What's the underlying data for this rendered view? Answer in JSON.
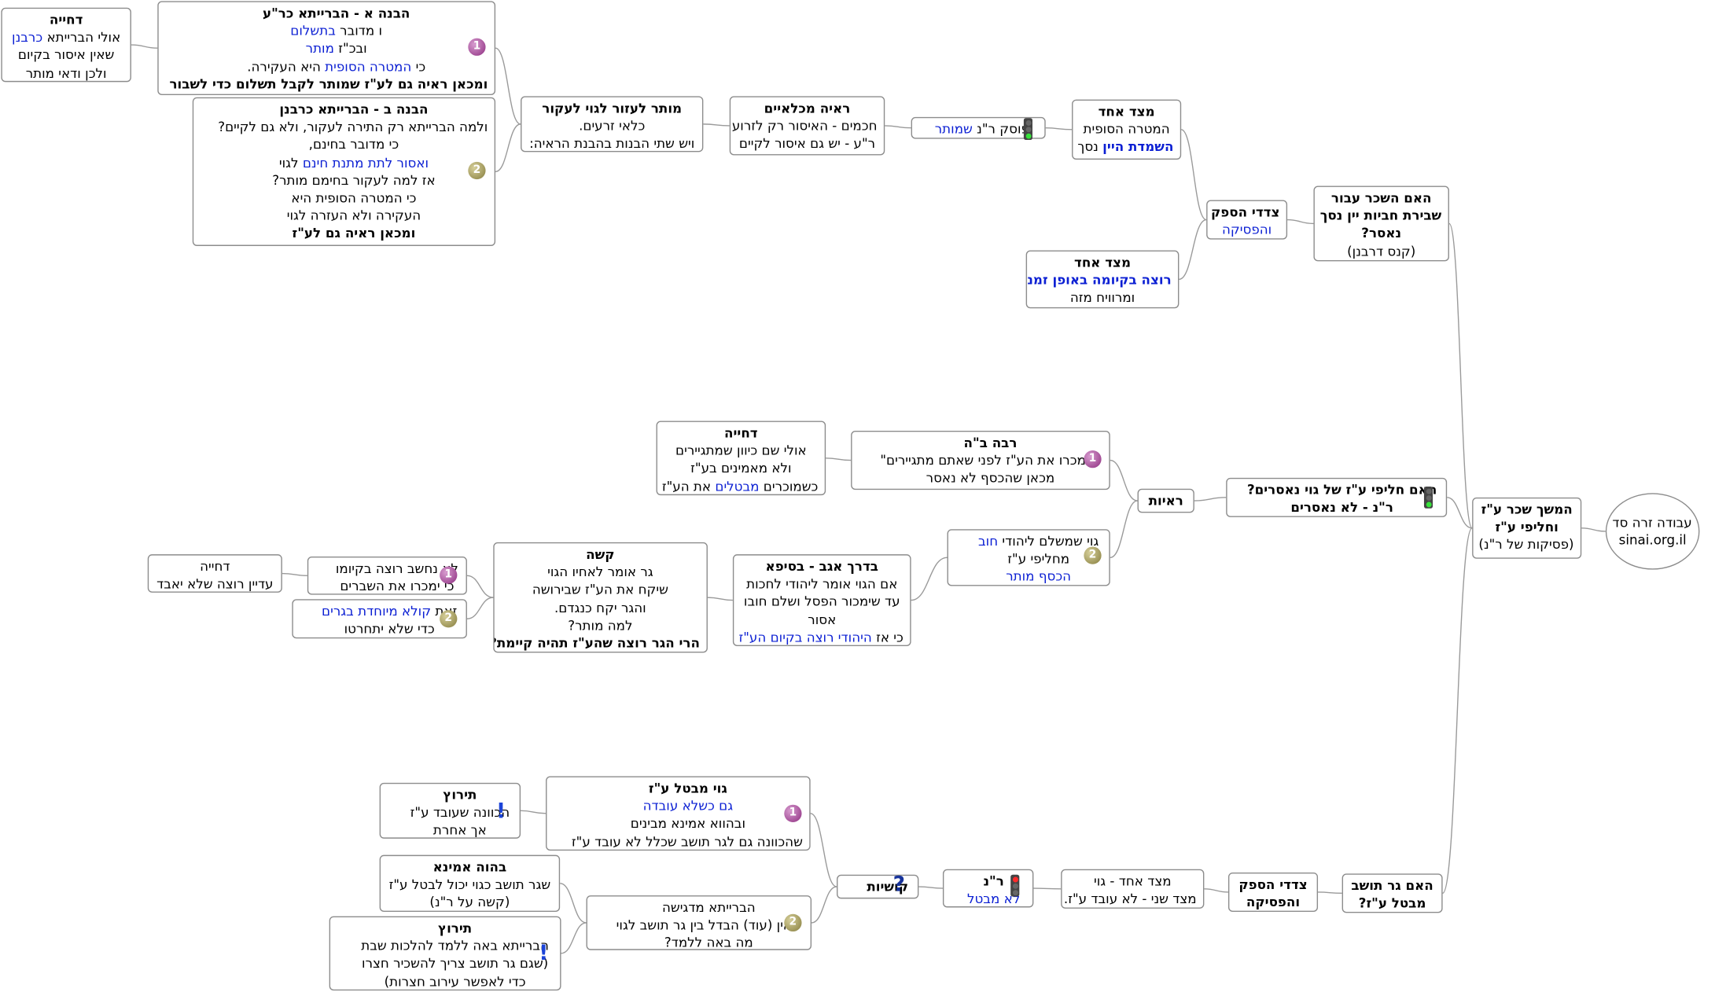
{
  "nodes": [
    {
      "id": "root",
      "lines": [
        [
          {
            "t": "עבודה זרה סד"
          }
        ],
        [
          {
            "t": "sinai.org.il"
          }
        ]
      ]
    },
    {
      "id": "l1",
      "lines": [
        [
          {
            "t": "המשך שכר ע\"ז",
            "b": true
          }
        ],
        [
          {
            "t": "וחליפי ע\"ז",
            "b": true
          }
        ],
        [
          {
            "t": "(פסיקות של ר\"נ)"
          }
        ]
      ]
    },
    {
      "id": "q1",
      "lines": [
        [
          {
            "t": "האם השכר עבור",
            "b": true
          }
        ],
        [
          {
            "t": "שבירת חביות יין נסך",
            "b": true
          }
        ],
        [
          {
            "t": "נאסר?",
            "b": true
          }
        ],
        [
          {
            "t": "(קנס דרבנן)"
          }
        ]
      ]
    },
    {
      "id": "q1s",
      "lines": [
        [
          {
            "t": "צדדי הספק",
            "b": true
          }
        ],
        [
          {
            "t": "והפסיקה",
            "c": "blue"
          }
        ]
      ]
    },
    {
      "id": "q1a",
      "lines": [
        [
          {
            "t": "מצד אחד",
            "b": true
          }
        ],
        [
          {
            "t": "המטרה הסופית"
          }
        ],
        [
          {
            "t": "השמדת היין",
            "b": true,
            "c": "blue"
          },
          {
            "t": " נסך"
          }
        ]
      ]
    },
    {
      "id": "q1b",
      "lines": [
        [
          {
            "t": "מצד אחד",
            "b": true
          }
        ],
        [
          {
            "t": "רוצה בקיומה באופן זמני",
            "b": true,
            "c": "blue"
          }
        ],
        [
          {
            "t": "ומרוויח מזה"
          }
        ]
      ]
    },
    {
      "id": "q1p",
      "lines": [
        [
          {
            "t": "ופוסק ר\"נ "
          },
          {
            "t": "שמותר",
            "c": "blue"
          }
        ]
      ]
    },
    {
      "id": "q1r",
      "lines": [
        [
          {
            "t": "ראיה מכלאיים",
            "b": true
          }
        ],
        [
          {
            "t": "חכמים - האיסור רק לזרוע"
          }
        ],
        [
          {
            "t": "ר\"ע - יש גם איסור לקיים"
          }
        ]
      ]
    },
    {
      "id": "q1m",
      "lines": [
        [
          {
            "t": "מותר לעזור לגוי לעקור",
            "b": true
          }
        ],
        [
          {
            "t": "כלאי זרעים."
          }
        ],
        [
          {
            "t": "ויש שתי הבנות בהבנת הראיה:"
          }
        ]
      ]
    },
    {
      "id": "hA",
      "lines": [
        [
          {
            "t": "הבנה א - הברייתא כר\"ע",
            "b": true
          }
        ],
        [
          {
            "t": "ו מדובר "
          },
          {
            "t": "בתשלום",
            "c": "blue"
          }
        ],
        [
          {
            "t": "ובכ\"ז "
          },
          {
            "t": "מותר",
            "c": "blue"
          }
        ],
        [
          {
            "t": "כי "
          },
          {
            "t": "המטרה הסופית",
            "c": "blue"
          },
          {
            "t": " היא העקירה."
          }
        ],
        [
          {
            "t": "ומכאן ראיה גם לע\"ז שמותר לקבל תשלום כדי לשבור",
            "b": true
          }
        ]
      ]
    },
    {
      "id": "hAd",
      "lines": [
        [
          {
            "t": "דחייה",
            "b": true
          }
        ],
        [
          {
            "t": "אולי הברייתא "
          },
          {
            "t": "כרבנן",
            "c": "blue"
          }
        ],
        [
          {
            "t": "שאין איסור בקיום"
          }
        ],
        [
          {
            "t": "ולכן ודאי מותר"
          }
        ]
      ]
    },
    {
      "id": "hB",
      "lines": [
        [
          {
            "t": "הבנה ב - הברייתא כרבנן",
            "b": true
          }
        ],
        [
          {
            "t": "ולמה הברייתא רק התירה לעקור, ולא גם לקיים?"
          }
        ],
        [
          {
            "t": "כי מדובר בחינם,"
          }
        ],
        [
          {
            "t": "ואסור לתת מתנת חינם",
            "c": "blue"
          },
          {
            "t": " לגוי"
          }
        ],
        [
          {
            "t": "אז למה לעקור בחימם מותר?"
          }
        ],
        [
          {
            "t": "כי המטרה הסופית היא"
          }
        ],
        [
          {
            "t": "העקירה ולא העזרה לגוי"
          }
        ],
        [
          {
            "t": "ומכאן ראיה גם לע\"ז",
            "b": true
          }
        ]
      ]
    },
    {
      "id": "q2",
      "lines": [
        [
          {
            "t": "האם חליפי ע\"ז של גוי נאסרים?",
            "b": true
          }
        ],
        [
          {
            "t": "ר\"נ - לא נאסרים",
            "b": true
          }
        ]
      ]
    },
    {
      "id": "q2r",
      "lines": [
        [
          {
            "t": "ראיות",
            "b": true
          }
        ]
      ]
    },
    {
      "id": "r1",
      "lines": [
        [
          {
            "t": "רבה ב\"ה",
            "b": true
          }
        ],
        [
          {
            "t": "\"תמכרו את הע\"ז לפני שאתם מתגיירים\""
          }
        ],
        [
          {
            "t": "מכאן שהכסף לא נאסר"
          }
        ]
      ]
    },
    {
      "id": "r1d",
      "lines": [
        [
          {
            "t": "דחייה",
            "b": true
          }
        ],
        [
          {
            "t": "אולי שם כיוון שמתגיירים"
          }
        ],
        [
          {
            "t": "ולא מאמינים בע\"ז"
          }
        ],
        [
          {
            "t": "כשמוכרים "
          },
          {
            "t": "מבטלים",
            "c": "blue"
          },
          {
            "t": " את הע\"ז"
          }
        ]
      ]
    },
    {
      "id": "r2",
      "lines": [
        [
          {
            "t": "גוי שמשלם ליהודי "
          },
          {
            "t": "חוב",
            "c": "blue"
          }
        ],
        [
          {
            "t": "מחליפי ע\"ז"
          }
        ],
        [
          {
            "t": "הכסף מותר",
            "c": "blue"
          }
        ]
      ]
    },
    {
      "id": "r2b",
      "lines": [
        [
          {
            "t": "בדרך אגב - בסיפא",
            "b": true
          }
        ],
        [
          {
            "t": "אם הגוי אומר ליהודי לחכות"
          }
        ],
        [
          {
            "t": "עד שימכור הפסל ושלם חובו"
          }
        ],
        [
          {
            "t": "אסור"
          }
        ],
        [
          {
            "t": "כי אז "
          },
          {
            "t": "היהודי רוצה בקיום הע\"ז",
            "c": "blue"
          }
        ]
      ]
    },
    {
      "id": "k1",
      "lines": [
        [
          {
            "t": "קשה",
            "b": true
          }
        ],
        [
          {
            "t": "גר אומר לאחיו הגוי"
          }
        ],
        [
          {
            "t": "שיקח את הע\"ז שבירושה"
          }
        ],
        [
          {
            "t": "והגר יקח כנגדם."
          }
        ],
        [
          {
            "t": "למה מותר?"
          }
        ],
        [
          {
            "t": "הרי הגר רוצה שהע\"ז תהיה קיימת?",
            "b": true
          }
        ]
      ]
    },
    {
      "id": "k1a",
      "lines": [
        [
          {
            "t": "לא נחשב רוצה בקיומו"
          }
        ],
        [
          {
            "t": "כי ימכרו את השברים"
          }
        ]
      ]
    },
    {
      "id": "k1ad",
      "lines": [
        [
          {
            "t": "דחייה"
          }
        ],
        [
          {
            "t": "עדיין רוצה שלא יאבד"
          }
        ]
      ]
    },
    {
      "id": "k1b",
      "lines": [
        [
          {
            "t": "זאת "
          },
          {
            "t": "קולא מיוחדת בגרים",
            "c": "blue"
          }
        ],
        [
          {
            "t": "כדי שלא יתחרטו"
          }
        ]
      ]
    },
    {
      "id": "q3",
      "lines": [
        [
          {
            "t": "האם גר תושב",
            "b": true
          }
        ],
        [
          {
            "t": "מבטל ע\"ז?",
            "b": true
          }
        ]
      ]
    },
    {
      "id": "q3s",
      "lines": [
        [
          {
            "t": "צדדי הספק",
            "b": true
          }
        ],
        [
          {
            "t": "והפסיקה",
            "b": true
          }
        ]
      ]
    },
    {
      "id": "q3a",
      "lines": [
        [
          {
            "t": "מצד אחד - גוי"
          }
        ],
        [
          {
            "t": "מצד שני - לא עובד ע\"ז."
          }
        ]
      ]
    },
    {
      "id": "q3p",
      "lines": [
        [
          {
            "t": "ר\"נ",
            "b": true
          }
        ],
        [
          {
            "t": "לא מבטל",
            "c": "blue"
          }
        ]
      ]
    },
    {
      "id": "q3k",
      "lines": [
        [
          {
            "t": "קושיות",
            "b": true
          }
        ]
      ]
    },
    {
      "id": "k3a",
      "lines": [
        [
          {
            "t": "גוי מבטל ע\"ז",
            "b": true
          }
        ],
        [
          {
            "t": "גם כשלא עובדה",
            "c": "blue"
          }
        ],
        [
          {
            "t": "ובהווא אמינא מבינים"
          }
        ],
        [
          {
            "t": "שהכוונה גם לגר תושב שכלל לא עובד ע\"ז"
          }
        ]
      ]
    },
    {
      "id": "k3at",
      "lines": [
        [
          {
            "t": "תירוץ",
            "b": true
          }
        ],
        [
          {
            "t": "הכוונה שעובד ע\"ז"
          }
        ],
        [
          {
            "t": "אך אחרת"
          }
        ]
      ]
    },
    {
      "id": "k3b",
      "lines": [
        [
          {
            "t": "הברייתא מדגישה"
          }
        ],
        [
          {
            "t": "שאין (עוד) הבדל בין גר תושב לגוי"
          }
        ],
        [
          {
            "t": "מה באה ללמד?"
          }
        ]
      ]
    },
    {
      "id": "k3bh",
      "lines": [
        [
          {
            "t": "בהוה אמינא",
            "b": true
          }
        ],
        [
          {
            "t": "שגר תושב כגוי יכול לבטל ע\"ז"
          }
        ],
        [
          {
            "t": "(קשה על ר\"נ)"
          }
        ]
      ]
    },
    {
      "id": "k3bt",
      "lines": [
        [
          {
            "t": "תירוץ",
            "b": true
          }
        ],
        [
          {
            "t": "הברייתא באה ללמד להלכות שבת"
          }
        ],
        [
          {
            "t": "(שגם גר תושב צריך להשכיר חצרו"
          }
        ],
        [
          {
            "t": "כדי לאפשר עירוב חצרות)"
          }
        ]
      ]
    }
  ],
  "markers": [
    {
      "node": "hA",
      "type": "priority",
      "label": "1"
    },
    {
      "node": "hB",
      "type": "priority",
      "label": "2"
    },
    {
      "node": "r1",
      "type": "priority",
      "label": "1"
    },
    {
      "node": "r2",
      "type": "priority",
      "label": "2"
    },
    {
      "node": "k1a",
      "type": "priority",
      "label": "1"
    },
    {
      "node": "k1b",
      "type": "priority",
      "label": "2"
    },
    {
      "node": "k3a",
      "type": "priority",
      "label": "1"
    },
    {
      "node": "k3b",
      "type": "priority",
      "label": "2"
    },
    {
      "node": "q3k",
      "type": "question",
      "label": "?"
    },
    {
      "node": "k3at",
      "type": "exclamation",
      "label": "!"
    },
    {
      "node": "k3bt",
      "type": "exclamation",
      "label": "!"
    },
    {
      "node": "q1p",
      "type": "traffic-light-green"
    },
    {
      "node": "q2",
      "type": "traffic-light-green"
    },
    {
      "node": "q3p",
      "type": "traffic-light-red"
    }
  ],
  "edges": [
    [
      "root",
      "l1"
    ],
    [
      "l1",
      "q1"
    ],
    [
      "l1",
      "q2"
    ],
    [
      "l1",
      "q3"
    ],
    [
      "q1",
      "q1s"
    ],
    [
      "q1s",
      "q1a"
    ],
    [
      "q1s",
      "q1b"
    ],
    [
      "q1a",
      "q1p"
    ],
    [
      "q1p",
      "q1r"
    ],
    [
      "q1r",
      "q1m"
    ],
    [
      "q1m",
      "hA"
    ],
    [
      "q1m",
      "hB"
    ],
    [
      "hA",
      "hAd"
    ],
    [
      "q2",
      "q2r"
    ],
    [
      "q2r",
      "r1"
    ],
    [
      "q2r",
      "r2"
    ],
    [
      "r1",
      "r1d"
    ],
    [
      "r2",
      "r2b"
    ],
    [
      "r2b",
      "k1"
    ],
    [
      "k1",
      "k1a"
    ],
    [
      "k1",
      "k1b"
    ],
    [
      "k1a",
      "k1ad"
    ],
    [
      "q3",
      "q3s"
    ],
    [
      "q3s",
      "q3a"
    ],
    [
      "q3a",
      "q3p"
    ],
    [
      "q3p",
      "q3k"
    ],
    [
      "q3k",
      "k3a"
    ],
    [
      "q3k",
      "k3b"
    ],
    [
      "k3a",
      "k3at"
    ],
    [
      "k3b",
      "k3bh"
    ],
    [
      "k3b",
      "k3bt"
    ]
  ],
  "colors": {
    "link_blue": "#0b1fd3",
    "border": "#8c8c8c",
    "connector": "#9a9a9a"
  }
}
